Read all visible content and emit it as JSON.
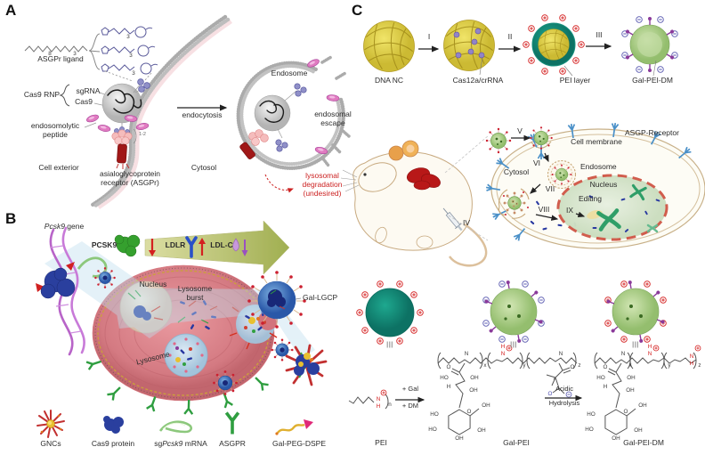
{
  "panel_a": {
    "label": "A",
    "ligand": "ASGPr ligand",
    "sub8": "8",
    "sub3": "3",
    "rnp": "Cas9 RNP",
    "sgrna": "sgRNA",
    "cas9": "Cas9",
    "peptide": "endosomolytic\npeptide",
    "copies": "1-2",
    "cell_exterior": "Cell exterior",
    "receptor": "asialoglycoprotein\nreceptor (ASGPr)",
    "cytosol": "Cytosol",
    "endocytosis": "endocytosis",
    "endosome": "Endosome",
    "escape": "endosomal\nescape",
    "lysosomal": "lysosomal\ndegradation\n(undesired)"
  },
  "panel_b": {
    "label": "B",
    "gene_i": "Pcsk9",
    "gene_r": " gene",
    "pcsk9": "PCSK9",
    "ldlr": "LDLR",
    "ldlc": "LDL-C",
    "nucleus": "Nucleus",
    "lysosome_burst": "Lysosome\nburst",
    "lysosome": "Lysosome",
    "gal_lgcp": "Gal-LGCP",
    "leg_gncs": "GNCs",
    "leg_cas9": "Cas9 protein",
    "leg_sg_a": "sg",
    "leg_sg_b": "Pcsk9",
    "leg_sg_c": " mRNA",
    "leg_asgpr": "ASGPR",
    "leg_dspe": "Gal-PEG-DSPE"
  },
  "panel_c": {
    "label": "C",
    "dna_nc": "DNA NC",
    "cas12a": "Cas12a/crRNA",
    "pei_layer": "PEI layer",
    "gal_pei_dm": "Gal-PEI-DM",
    "s1": "I",
    "s2": "II",
    "s3": "III",
    "s4": "IV",
    "s5": "V",
    "s6": "VI",
    "s7": "VII",
    "s8": "VIII",
    "s9": "IX",
    "cell_membrane": "Cell membrane",
    "asgp_receptor": "ASGP-Receptor",
    "cytosol": "Cytosol",
    "endosome": "Endosome",
    "nucleus": "Nucleus",
    "editing": "Editing",
    "equiv": "|||",
    "chem": {
      "pei": "PEI",
      "gal_pei": "Gal-PEI",
      "gal_pei_dm": "Gal-PEI-DM",
      "plus_gal": "+ Gal",
      "plus_dm": "+ DM",
      "acidic": "Acidic",
      "hydrolysis": "Hydrolysis",
      "oh": "OH",
      "ho": "HO",
      "o": "O",
      "n": "N",
      "h": "H",
      "sub_n": "n",
      "sub_x": "x",
      "sub_y": "y",
      "sub_z": "z"
    }
  },
  "colors": {
    "teal": "#17907e",
    "dna_yellow": "#e4d44e",
    "green_particle": "#a9cc82",
    "plus_red": "#d42020",
    "minus_blue": "#5a5ab0",
    "purple": "#8a3a9a",
    "cell_pink": "#d87880",
    "olive_arrow": "#aab45c",
    "accent_red": "#cc2222",
    "receptor_darkred": "#a01818",
    "liver_red": "#b81818",
    "chromosome_green": "#2f9e68",
    "membrane_gray": "#ababab",
    "cas9_blue": "#2a3f9e",
    "asgpr_green": "#2f9e40"
  }
}
